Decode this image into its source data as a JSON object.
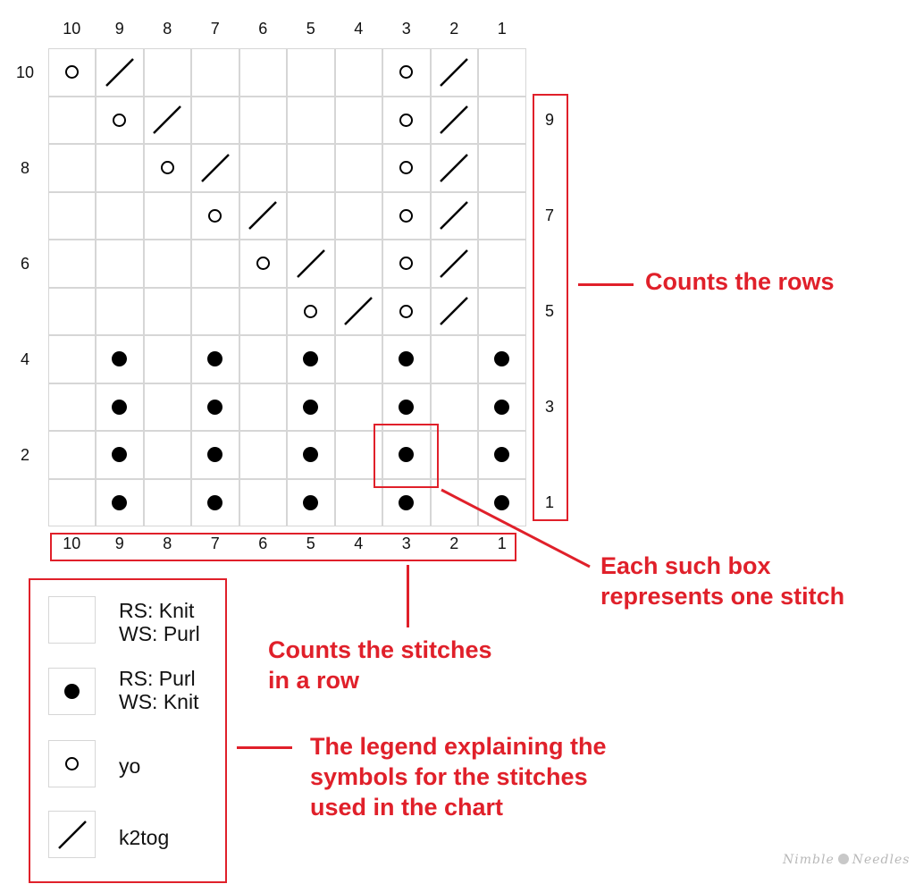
{
  "chart": {
    "column_numbers": [
      "10",
      "9",
      "8",
      "7",
      "6",
      "5",
      "4",
      "3",
      "2",
      "1"
    ],
    "row_numbers_left": [
      "10",
      "8",
      "6",
      "4",
      "2"
    ],
    "row_numbers_right": [
      "9",
      "7",
      "5",
      "3",
      "1"
    ],
    "rows": [
      [
        "yo",
        "k2tog",
        "",
        "",
        "",
        "",
        "",
        "yo",
        "k2tog",
        ""
      ],
      [
        "",
        "yo",
        "k2tog",
        "",
        "",
        "",
        "",
        "yo",
        "k2tog",
        ""
      ],
      [
        "",
        "",
        "yo",
        "k2tog",
        "",
        "",
        "",
        "yo",
        "k2tog",
        ""
      ],
      [
        "",
        "",
        "",
        "yo",
        "k2tog",
        "",
        "",
        "yo",
        "k2tog",
        ""
      ],
      [
        "",
        "",
        "",
        "",
        "yo",
        "k2tog",
        "",
        "yo",
        "k2tog",
        ""
      ],
      [
        "",
        "",
        "",
        "",
        "",
        "yo",
        "k2tog",
        "yo",
        "k2tog",
        ""
      ],
      [
        "",
        "purl",
        "",
        "purl",
        "",
        "purl",
        "",
        "purl",
        "",
        "purl"
      ],
      [
        "",
        "purl",
        "",
        "purl",
        "",
        "purl",
        "",
        "purl",
        "",
        "purl"
      ],
      [
        "",
        "purl",
        "",
        "purl",
        "",
        "purl",
        "",
        "purl",
        "",
        "purl"
      ],
      [
        "",
        "purl",
        "",
        "purl",
        "",
        "purl",
        "",
        "purl",
        "",
        "purl"
      ]
    ]
  },
  "legend": {
    "items": [
      {
        "symbol": "empty",
        "text": "RS: Knit\nWS: Purl"
      },
      {
        "symbol": "purl",
        "text": "RS: Purl\nWS: Knit"
      },
      {
        "symbol": "yo",
        "text": "yo"
      },
      {
        "symbol": "k2tog",
        "text": "k2tog"
      }
    ]
  },
  "annotations": {
    "rows": "Counts the rows",
    "box": "Each such box\nrepresents one stitch",
    "stitches": "Counts the stitches\nin a row",
    "legend": "The legend explaining the\nsymbols for the stitches\nused in the chart"
  },
  "watermark": {
    "left": "Nimble",
    "right": "Needles"
  },
  "colors": {
    "annotation_red": "#e0202a",
    "grid_line": "#d6d6d6",
    "symbol": "#000000"
  }
}
